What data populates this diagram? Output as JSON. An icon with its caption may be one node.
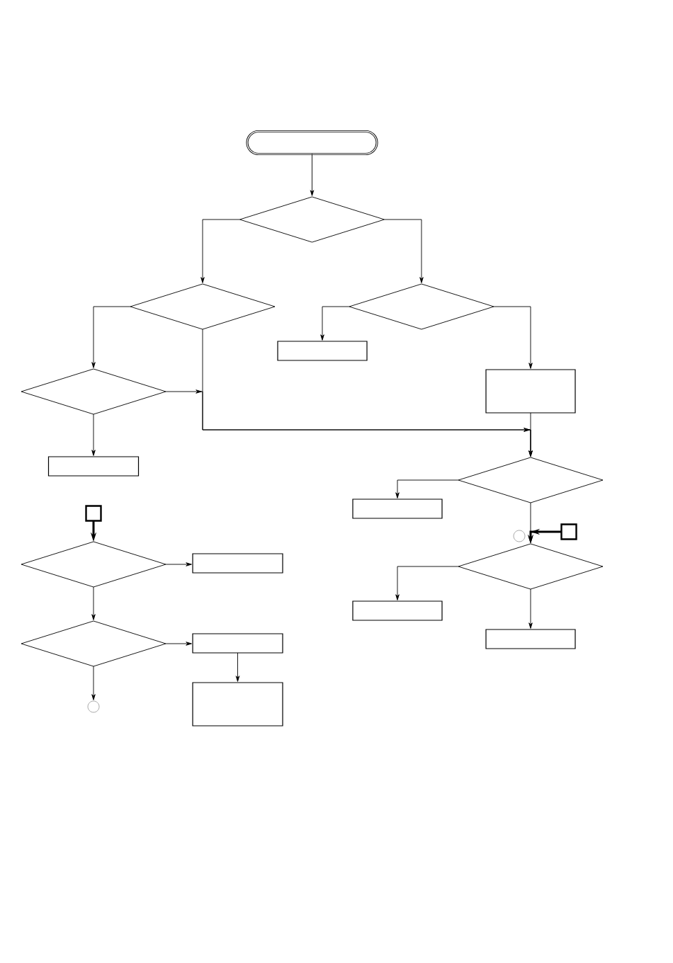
{
  "diagram": {
    "nodes": [
      {
        "text": [],
        "shape": "capsule"
      },
      {
        "text": [],
        "shape": "diamond"
      },
      {
        "text": [],
        "shape": "diamond"
      },
      {
        "text": [],
        "shape": "diamond"
      },
      {
        "text": [],
        "shape": "box"
      },
      {
        "text": [],
        "shape": "diamond"
      },
      {
        "text": [],
        "shape": "box"
      },
      {
        "text": [],
        "shape": "box"
      },
      {
        "text": [],
        "shape": "diamond"
      },
      {
        "text": [],
        "shape": "box"
      },
      {
        "text": [],
        "shape": "box"
      },
      {
        "text": [],
        "shape": "circle"
      },
      {
        "text": [],
        "shape": "box"
      },
      {
        "text": [],
        "shape": "diamond"
      },
      {
        "text": [],
        "shape": "box"
      },
      {
        "text": [],
        "shape": "diamond"
      },
      {
        "text": [],
        "shape": "box"
      },
      {
        "text": [],
        "shape": "box"
      },
      {
        "text": [],
        "shape": "diamond"
      },
      {
        "text": [],
        "shape": "box"
      },
      {
        "text": [],
        "shape": "circle"
      },
      {
        "text": [],
        "shape": "box"
      }
    ],
    "edges": [
      {
        "from": 0,
        "to": 1,
        "arrow": "to"
      },
      {
        "from": 1,
        "to": 2,
        "arrow": "to"
      },
      {
        "from": 1,
        "to": 3,
        "arrow": "to"
      },
      {
        "from": 2,
        "to": 5,
        "arrow": "to"
      },
      {
        "from": 2,
        "to": 8,
        "arrow": "to"
      },
      {
        "from": 3,
        "to": 4,
        "arrow": "to"
      },
      {
        "from": 3,
        "to": 6,
        "arrow": "to"
      },
      {
        "from": 5,
        "to": 7,
        "arrow": "to"
      },
      {
        "from": 5,
        "to": 8,
        "arrow": "to"
      },
      {
        "from": 6,
        "to": 8,
        "arrow": "to"
      },
      {
        "from": 8,
        "to": 9,
        "arrow": "to"
      },
      {
        "from": 8,
        "to": 15,
        "arrow": "to"
      },
      {
        "from": 12,
        "to": 15,
        "arrow": "to",
        "style": "thick"
      },
      {
        "from": 10,
        "to": 13,
        "arrow": "to",
        "style": "thick"
      },
      {
        "from": 13,
        "to": 14,
        "arrow": "to"
      },
      {
        "from": 13,
        "to": 18,
        "arrow": "to"
      },
      {
        "from": 15,
        "to": 16,
        "arrow": "to"
      },
      {
        "from": 15,
        "to": 17,
        "arrow": "to"
      },
      {
        "from": 18,
        "to": 19,
        "arrow": "to"
      },
      {
        "from": 18,
        "to": 20,
        "arrow": "to"
      },
      {
        "from": 19,
        "to": 21,
        "arrow": "to"
      }
    ]
  }
}
